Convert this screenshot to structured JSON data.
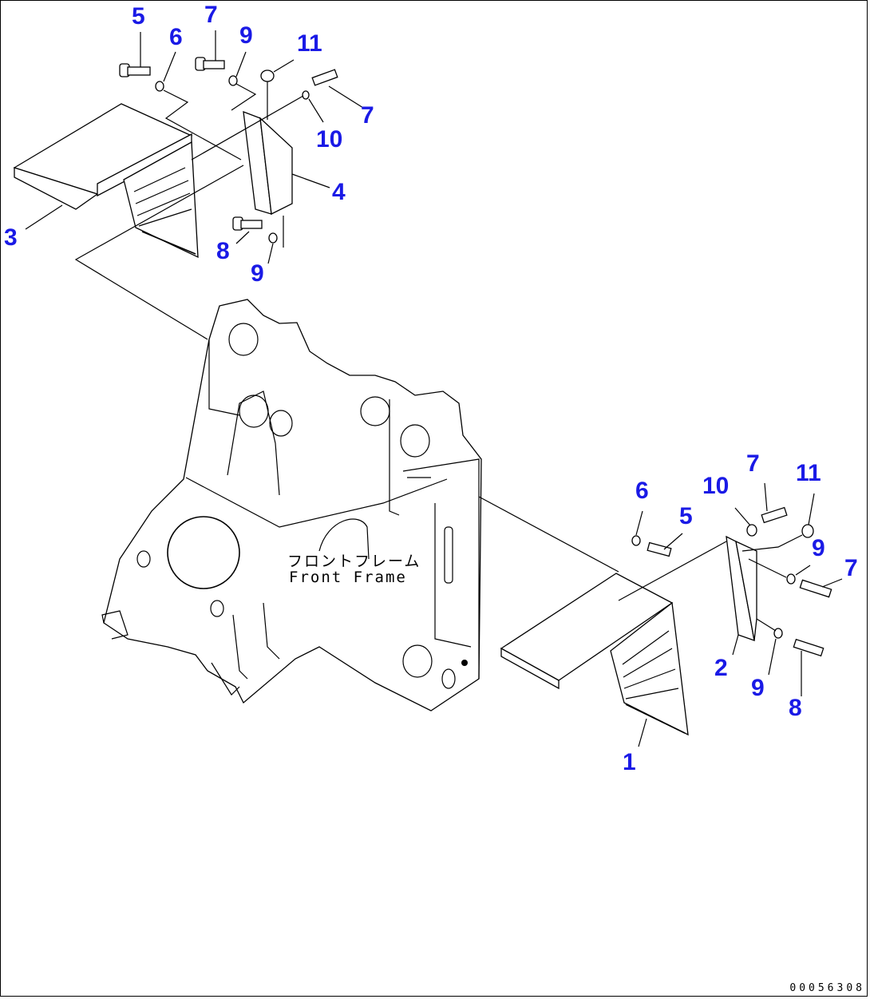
{
  "diagram": {
    "title_jp": "フロントフレーム",
    "title_en": "Front Frame",
    "document_number": "00056308",
    "callout_color": "#1a1ae6",
    "callouts": [
      {
        "id": "c-5-top",
        "label": "5"
      },
      {
        "id": "c-6-top",
        "label": "6"
      },
      {
        "id": "c-7-top",
        "label": "7"
      },
      {
        "id": "c-9-top",
        "label": "9"
      },
      {
        "id": "c-11-top",
        "label": "11"
      },
      {
        "id": "c-7-top-right",
        "label": "7"
      },
      {
        "id": "c-10-top",
        "label": "10"
      },
      {
        "id": "c-4",
        "label": "4"
      },
      {
        "id": "c-3",
        "label": "3"
      },
      {
        "id": "c-8-top",
        "label": "8"
      },
      {
        "id": "c-9-top-lower",
        "label": "9"
      },
      {
        "id": "c-6-right",
        "label": "6"
      },
      {
        "id": "c-5-right",
        "label": "5"
      },
      {
        "id": "c-10-right",
        "label": "10"
      },
      {
        "id": "c-7-right",
        "label": "7"
      },
      {
        "id": "c-11-right",
        "label": "11"
      },
      {
        "id": "c-9-right",
        "label": "9"
      },
      {
        "id": "c-7-right-lower",
        "label": "7"
      },
      {
        "id": "c-2",
        "label": "2"
      },
      {
        "id": "c-9-right-lower",
        "label": "9"
      },
      {
        "id": "c-8-right",
        "label": "8"
      },
      {
        "id": "c-1",
        "label": "1"
      }
    ]
  }
}
